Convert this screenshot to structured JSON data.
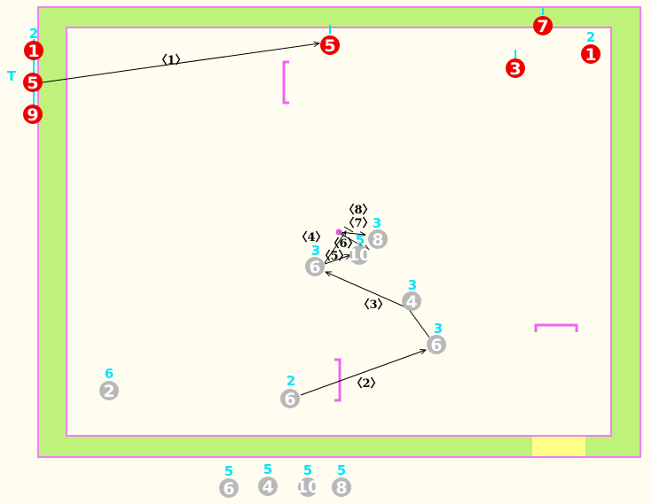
{
  "colors": {
    "background": "#fffdf0",
    "rail": "#bff27a",
    "rail_border": "#f27ff2",
    "cushion_line": "#ee66ee",
    "pocket_marker": "#ffff88",
    "red_ball": "#ee0000",
    "grey_ball": "#b8b8b8",
    "number_label": "#00e5ff",
    "path": "#000000"
  },
  "table": {
    "name": ""
  },
  "red_balls": [
    {
      "id": "r-left-1",
      "num": "1",
      "label": "2"
    },
    {
      "id": "r-left-5",
      "num": "5",
      "label": "T"
    },
    {
      "id": "r-left-9",
      "num": "9",
      "label": ""
    },
    {
      "id": "r-top-5",
      "num": "5",
      "label": ""
    },
    {
      "id": "r-top-7",
      "num": "7",
      "label": ""
    },
    {
      "id": "r-top-3",
      "num": "3",
      "label": ""
    },
    {
      "id": "r-right-1",
      "num": "1",
      "label": "2"
    }
  ],
  "grey_balls": [
    {
      "id": "g-2",
      "num": "2",
      "label": "6"
    },
    {
      "id": "g-6-start",
      "num": "6",
      "label": "2"
    },
    {
      "id": "g-6-mid",
      "num": "6",
      "label": "3"
    },
    {
      "id": "g-4",
      "num": "4",
      "label": "3"
    },
    {
      "id": "g-6-upper",
      "num": "6",
      "label": "3"
    },
    {
      "id": "g-10",
      "num": "10",
      "label": "5"
    },
    {
      "id": "g-8",
      "num": "8",
      "label": "3"
    }
  ],
  "bottom_balls": [
    {
      "id": "b-6",
      "num": "6",
      "label": "5"
    },
    {
      "id": "b-4",
      "num": "4",
      "label": "5"
    },
    {
      "id": "b-10",
      "num": "10",
      "label": "5"
    },
    {
      "id": "b-8",
      "num": "8",
      "label": "5"
    }
  ],
  "sequence_labels": [
    "〈1〉",
    "〈2〉",
    "〈3〉",
    "〈4〉",
    "〈5〉",
    "〈6〉",
    "〈7〉",
    "〈8〉"
  ]
}
